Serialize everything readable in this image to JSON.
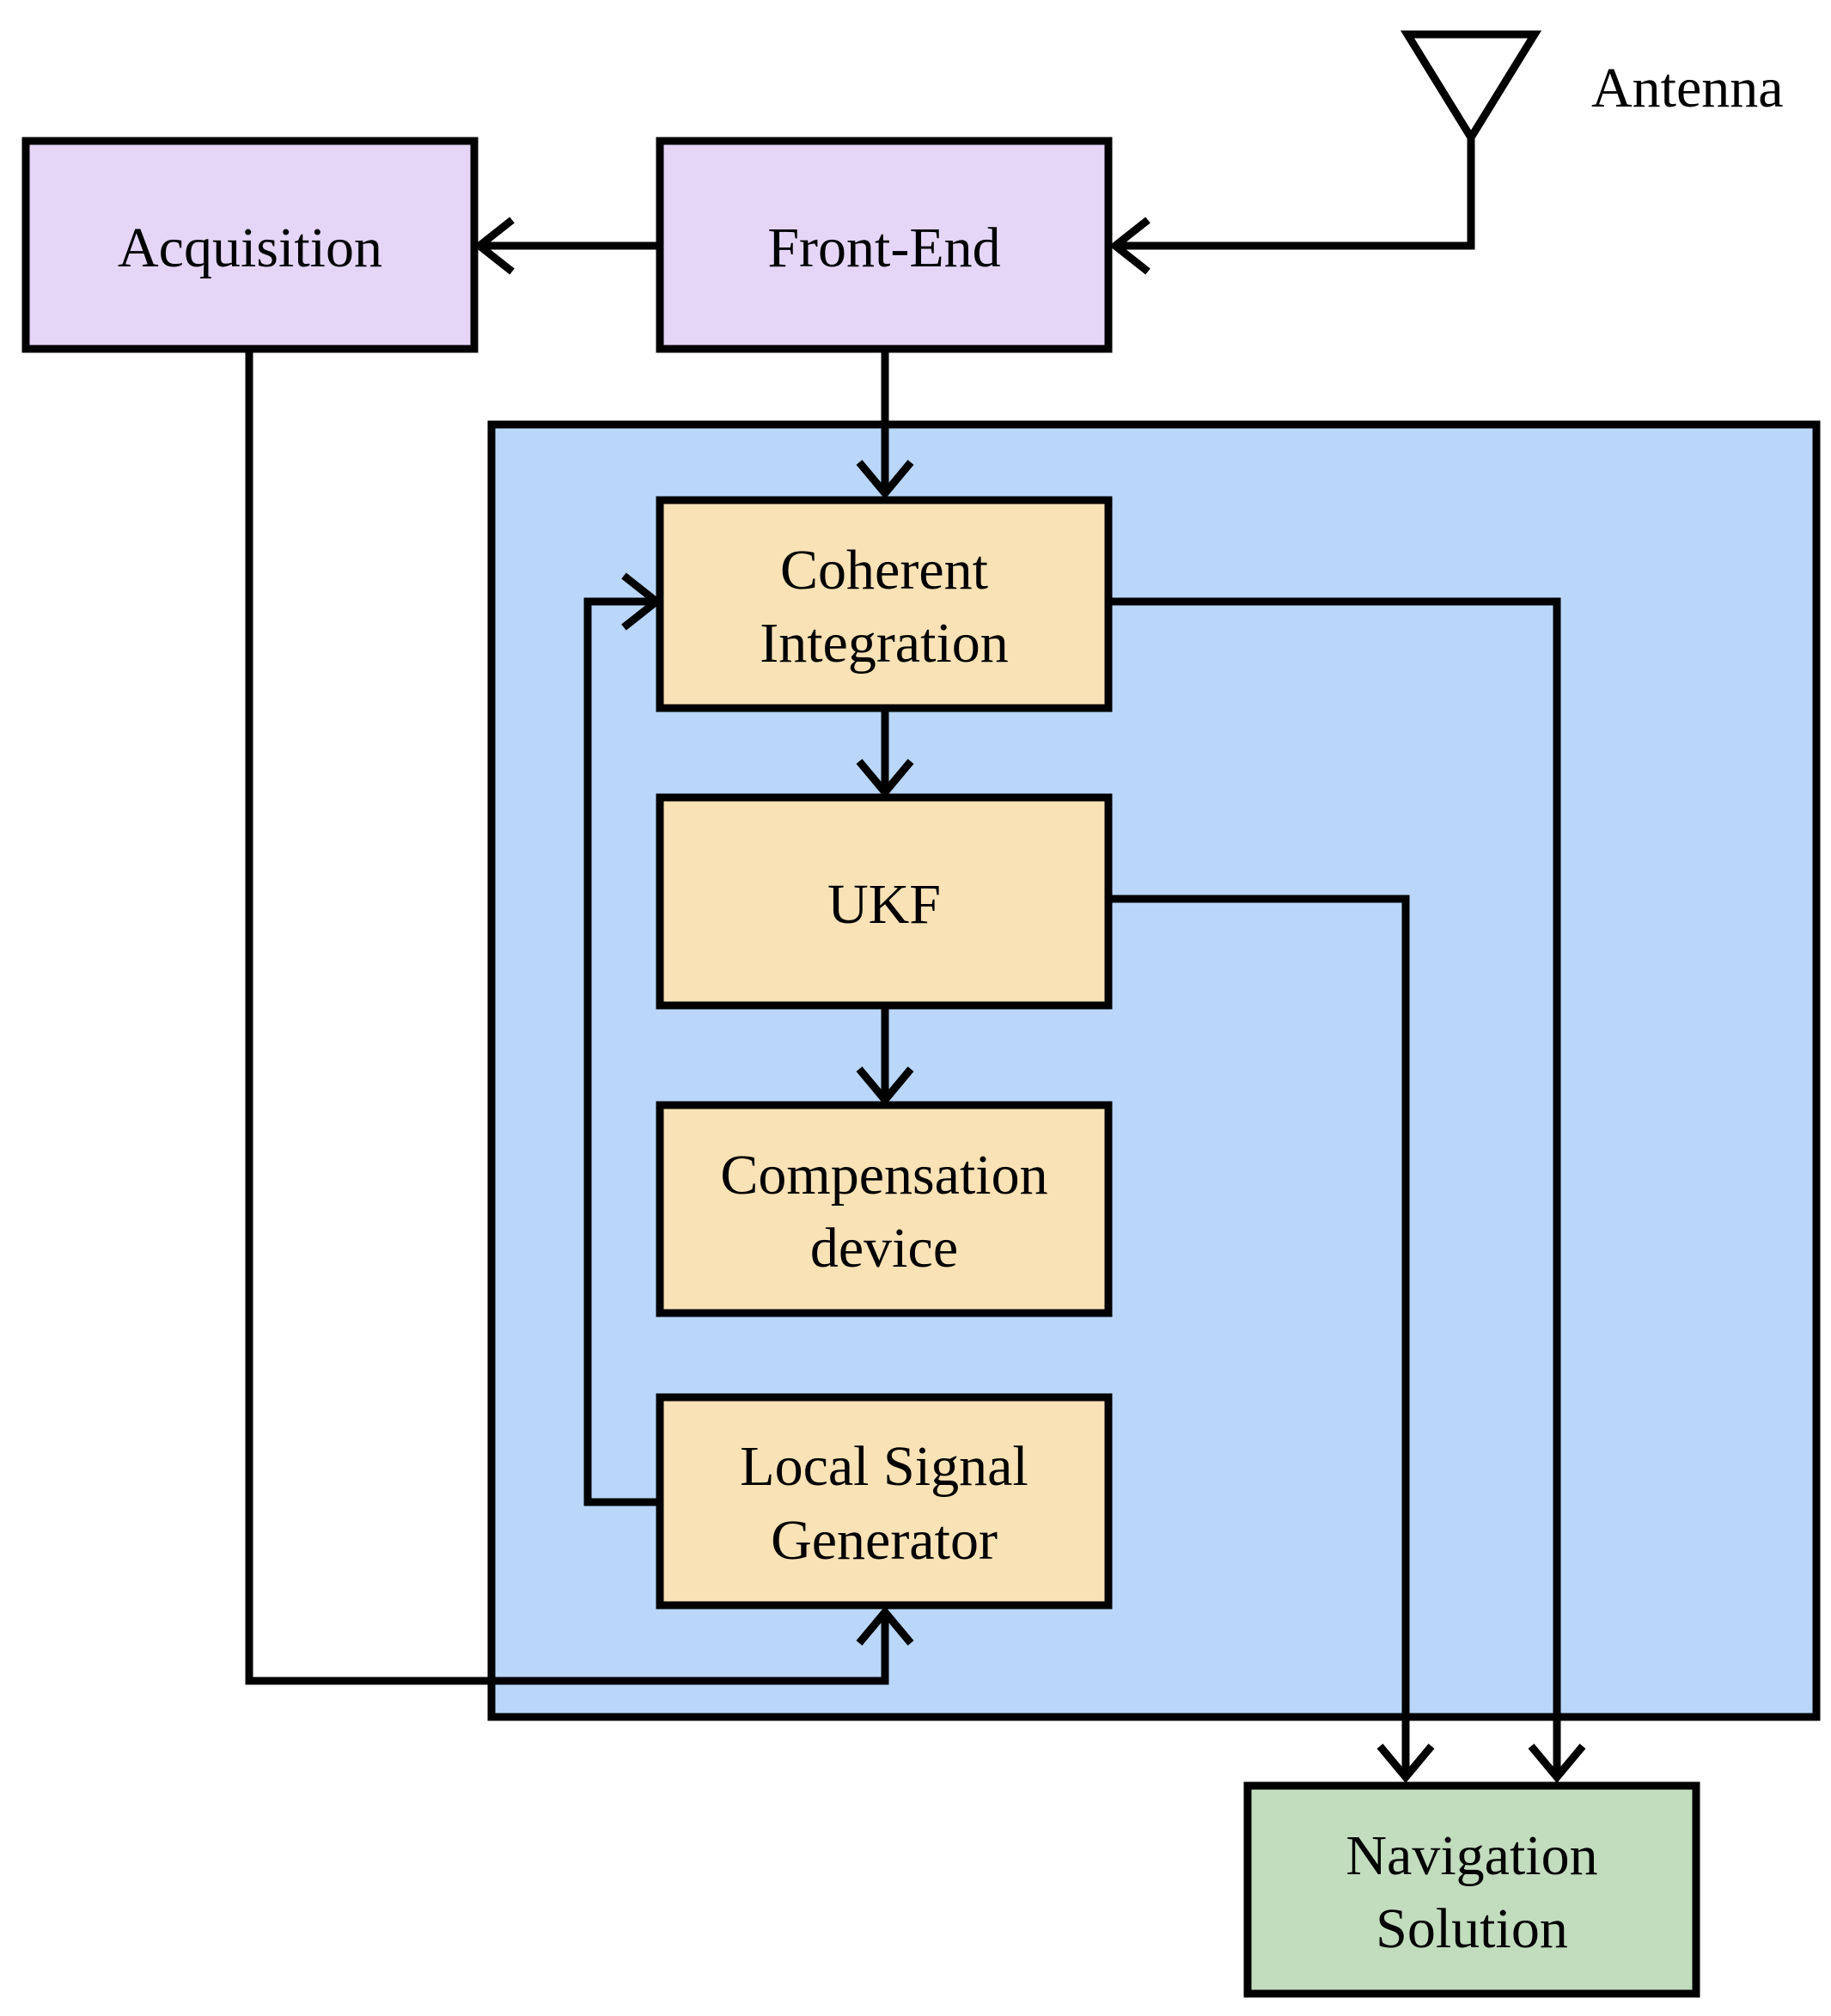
{
  "colors": {
    "front_end_group": "#e5d6f8",
    "tracking_loop_background": "#bad7fa",
    "tracking_blocks": "#f8e2b6",
    "output_block": "#c2dcbe",
    "stroke": "#000000"
  },
  "antenna": {
    "label": "Antenna",
    "icon": "antenna-icon"
  },
  "blocks": {
    "acquisition": {
      "lines": [
        "Acquisition"
      ]
    },
    "front_end": {
      "lines": [
        "Front-End"
      ]
    },
    "coherent_integration": {
      "lines": [
        "Coherent",
        "Integration"
      ]
    },
    "ukf": {
      "lines": [
        "UKF"
      ]
    },
    "compensation_device": {
      "lines": [
        "Compensation",
        "device"
      ]
    },
    "local_signal_generator": {
      "lines": [
        "Local Signal",
        "Generator"
      ]
    },
    "navigation_solution": {
      "lines": [
        "Navigation",
        "Solution"
      ]
    }
  },
  "connections": [
    {
      "from": "antenna",
      "to": "front_end"
    },
    {
      "from": "front_end",
      "to": "acquisition"
    },
    {
      "from": "front_end",
      "to": "coherent_integration"
    },
    {
      "from": "coherent_integration",
      "to": "ukf"
    },
    {
      "from": "ukf",
      "to": "compensation_device"
    },
    {
      "from": "local_signal_generator",
      "to": "coherent_integration"
    },
    {
      "from": "acquisition",
      "to": "local_signal_generator"
    },
    {
      "from": "coherent_integration",
      "to": "navigation_solution"
    },
    {
      "from": "ukf",
      "to": "navigation_solution"
    }
  ]
}
